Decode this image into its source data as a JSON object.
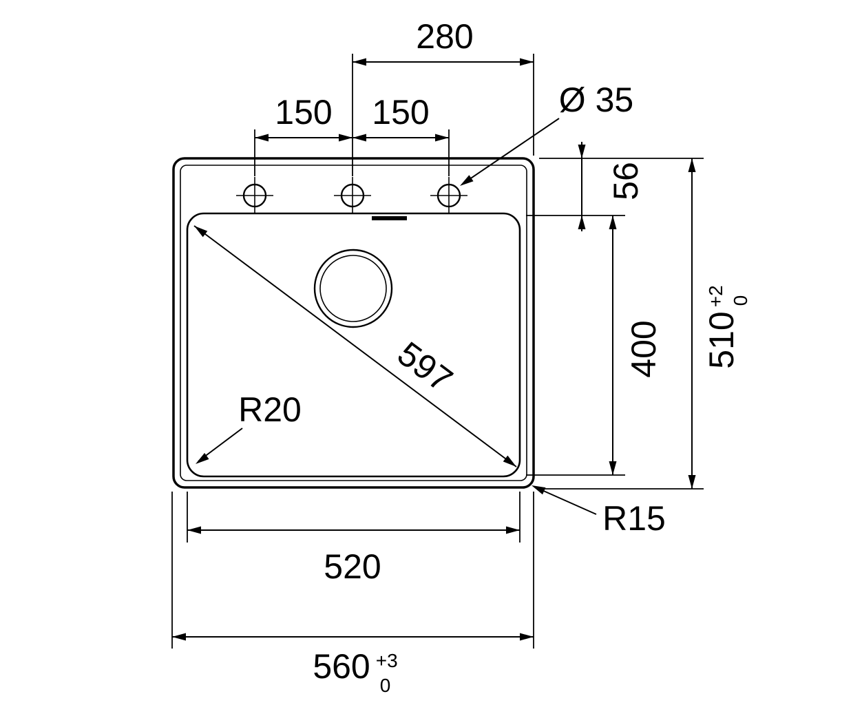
{
  "drawing": {
    "colors": {
      "line": "#000000",
      "background": "#ffffff"
    },
    "dims": {
      "tap_span": "280",
      "pitch_left": "150",
      "pitch_right": "150",
      "hole_dia": "Ø 35",
      "rim_offset": "56",
      "bowl_depth": "400",
      "overall_depth": "510",
      "overall_depth_tol_upper": "+2",
      "overall_depth_tol_lower": "0",
      "diagonal": "597",
      "bowl_corner_radius": "R20",
      "outer_corner_radius": "R15",
      "bowl_width": "520",
      "overall_width": "560",
      "overall_width_tol_upper": "+3",
      "overall_width_tol_lower": "0"
    }
  }
}
